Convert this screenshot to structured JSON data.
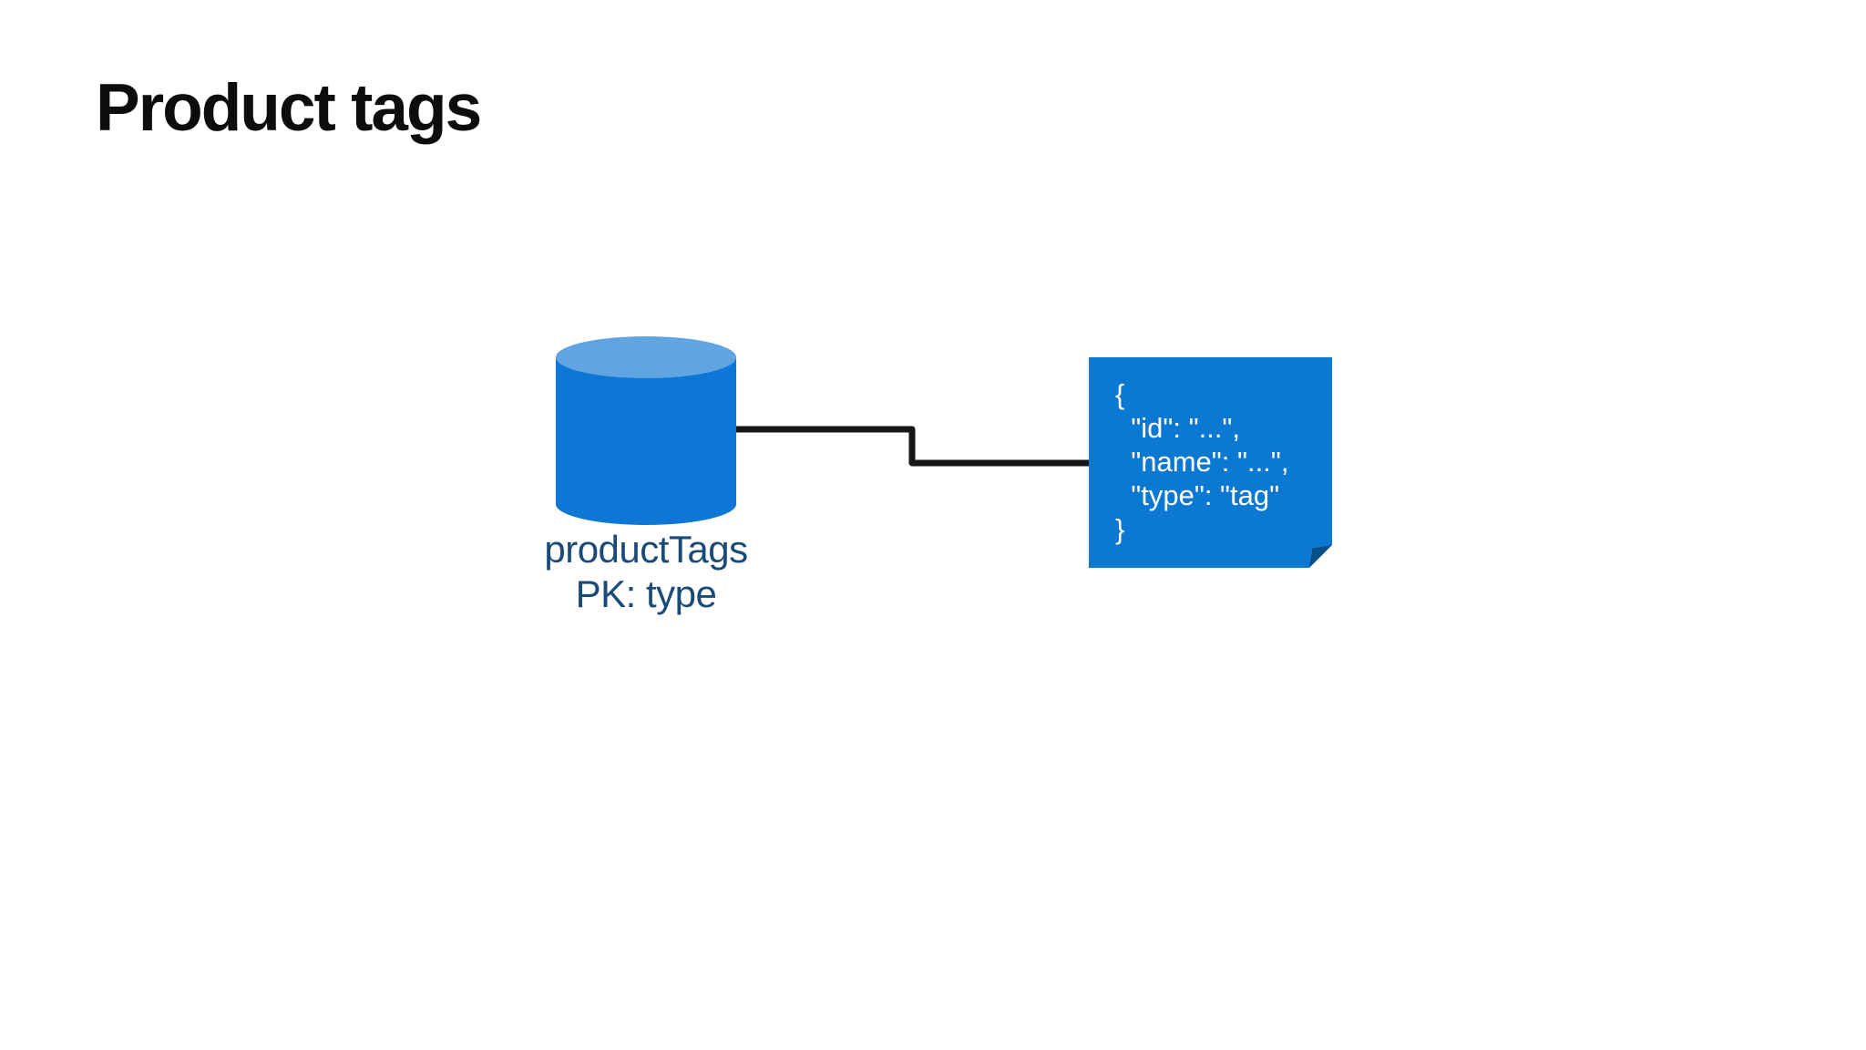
{
  "slide": {
    "title": "Product tags",
    "background_color": "#ffffff",
    "title_color": "#0d0d0d"
  },
  "diagram": {
    "database": {
      "name": "productTags",
      "partition_key": "PK: type",
      "body_color": "#0e76d4",
      "top_color": "#61a4e2",
      "label_color": "#1a4b78"
    },
    "document": {
      "code": "{\n  \"id\": \"...\",\n  \"name\": \"...\",\n  \"type\": \"tag\"\n}",
      "fill_color": "#0b79d1",
      "fold_color": "#0a4e87",
      "text_color": "#ffffff"
    },
    "connector": {
      "color": "#161616"
    }
  }
}
